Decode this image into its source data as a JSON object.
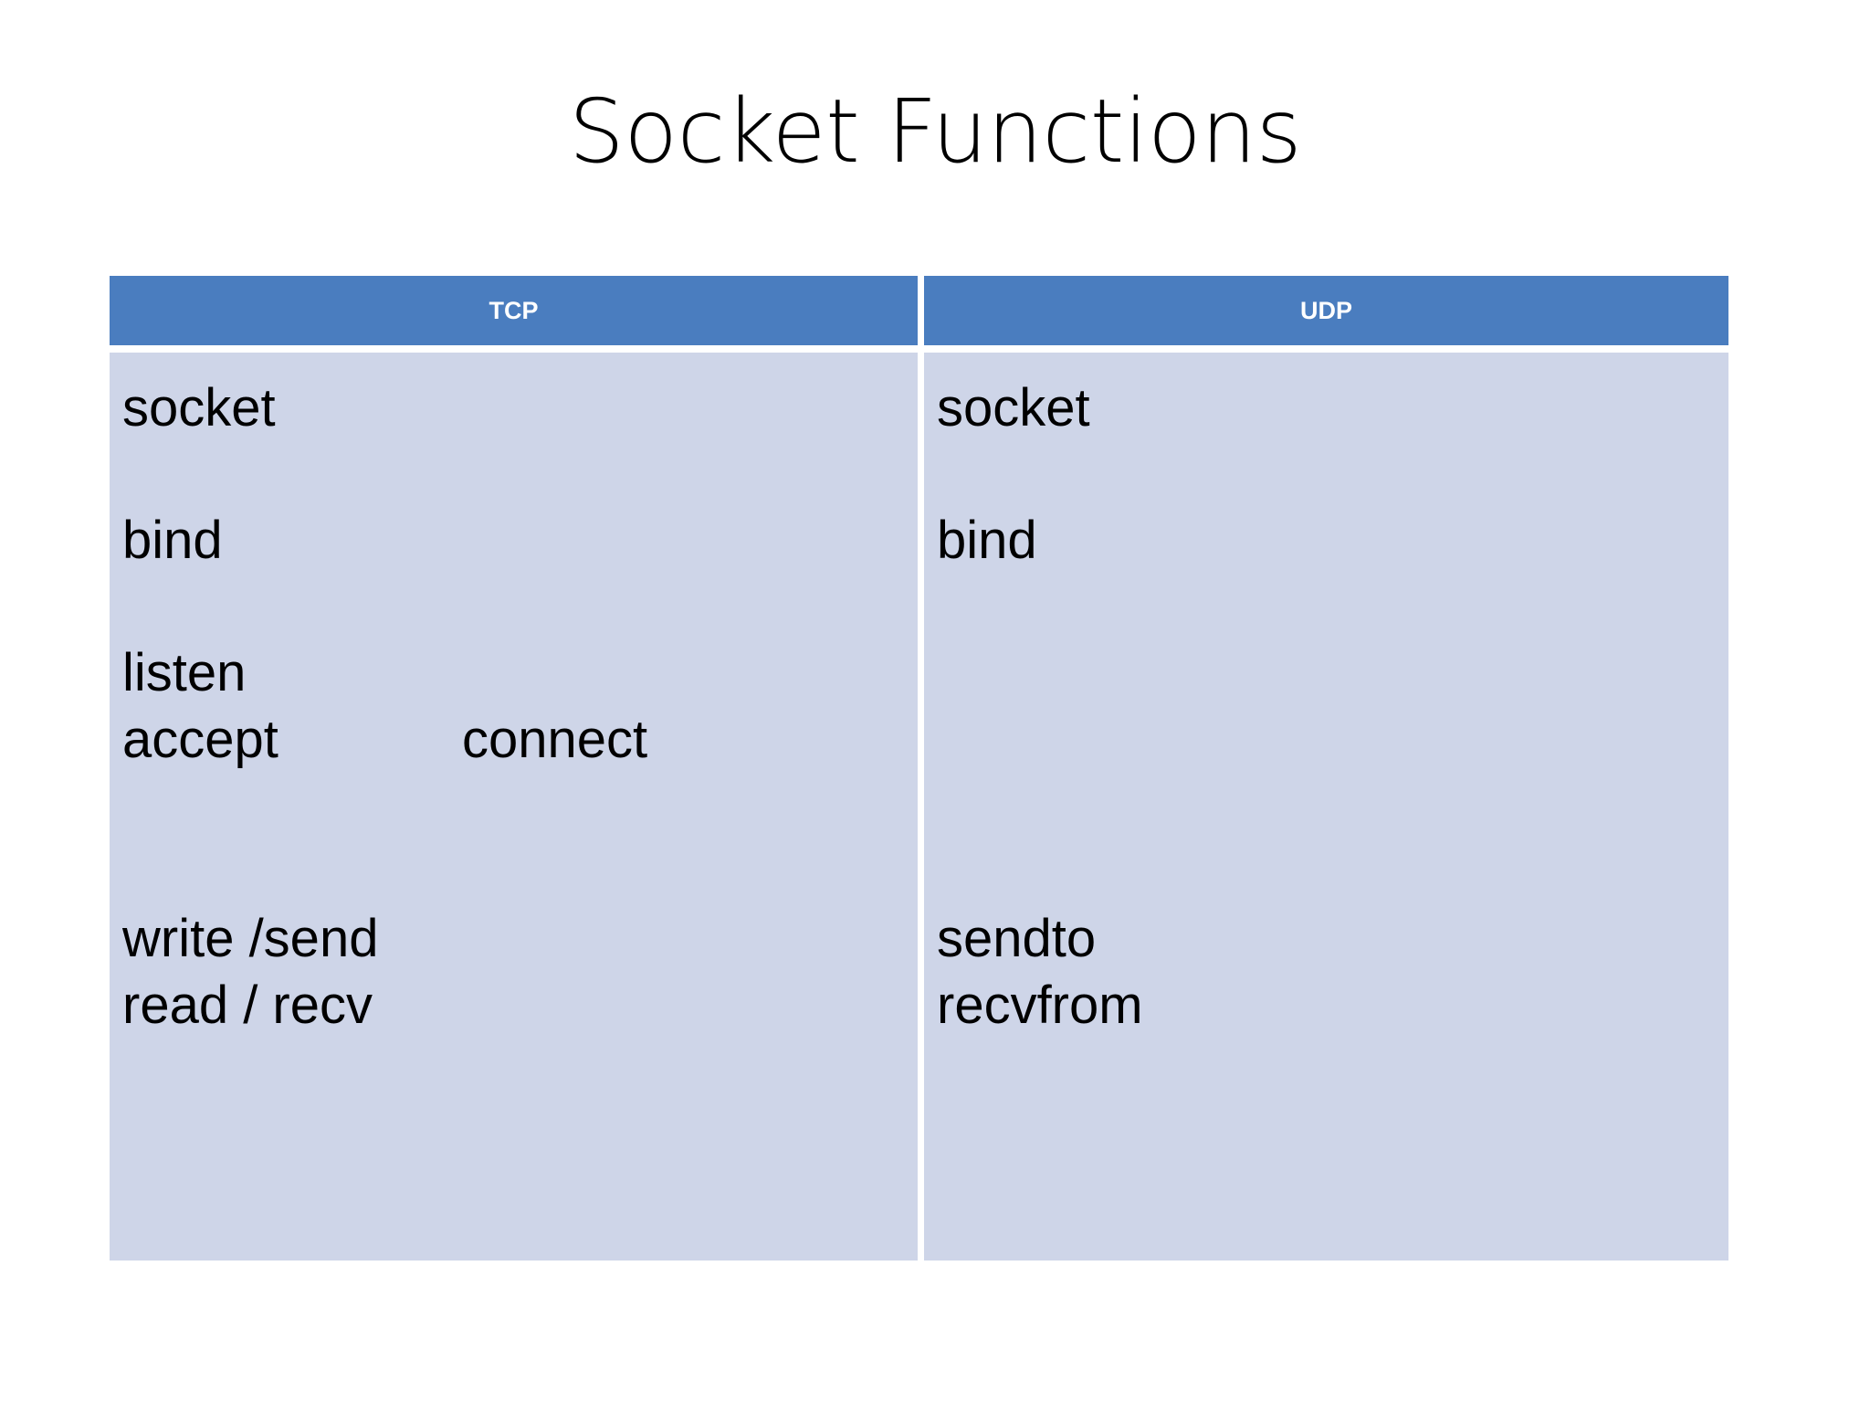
{
  "slide": {
    "title": "Socket Functions",
    "background_color": "#ffffff"
  },
  "colors": {
    "header_blue": "#4a7dbf",
    "body_fill": "#ced5e8",
    "header_text": "#ffffff",
    "body_text": "#000000",
    "gutter": "#ffffff"
  },
  "table": {
    "columns": [
      {
        "key": "tcp",
        "header": "TCP"
      },
      {
        "key": "udp",
        "header": "UDP"
      }
    ],
    "tcp": {
      "socket": "socket",
      "bind": "bind",
      "listen": "listen",
      "accept": "accept",
      "connect": "connect",
      "write_send": "write /send",
      "read_recv": "read / recv"
    },
    "udp": {
      "socket": "socket",
      "bind": "bind",
      "sendto": "sendto",
      "recvfrom": "recvfrom"
    }
  }
}
